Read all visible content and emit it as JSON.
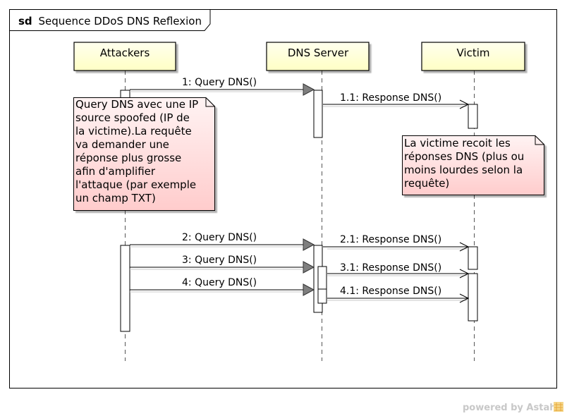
{
  "frame": {
    "keyword": "sd",
    "title": "Sequence DDoS DNS Reflexion"
  },
  "lifelines": [
    {
      "id": "attackers",
      "label": "Attackers"
    },
    {
      "id": "dns",
      "label": "DNS Server"
    },
    {
      "id": "victim",
      "label": "Victim"
    }
  ],
  "messages": [
    {
      "label": "1: Query DNS()",
      "from": "attackers",
      "to": "dns"
    },
    {
      "label": "1.1: Response DNS()",
      "from": "dns",
      "to": "victim"
    },
    {
      "label": "2: Query DNS()",
      "from": "attackers",
      "to": "dns"
    },
    {
      "label": "2.1: Response DNS()",
      "from": "dns",
      "to": "victim"
    },
    {
      "label": "3: Query DNS()",
      "from": "attackers",
      "to": "dns"
    },
    {
      "label": "3.1: Response DNS()",
      "from": "dns",
      "to": "victim"
    },
    {
      "label": "4: Query DNS()",
      "from": "attackers",
      "to": "dns"
    },
    {
      "label": "4.1: Response DNS()",
      "from": "dns",
      "to": "victim"
    }
  ],
  "notes": [
    {
      "lines": [
        "Query DNS avec une IP",
        "source spoofed (IP de",
        "la victime).La requête",
        "va demander une",
        "réponse plus grosse",
        "afin d'amplifier",
        "l'attaque (par exemple",
        "un champ TXT)"
      ]
    },
    {
      "lines": [
        "La victime recoit les",
        "réponses DNS (plus ou",
        "moins lourdes selon la",
        "requête)"
      ]
    }
  ],
  "watermark": "powered by Astah",
  "colors": {
    "lifeline_fill": "#FFFFCC",
    "note_fill_top": "#FFF1F1",
    "note_fill_bottom": "#FFCCCC",
    "activation_fill": "#FFFFFF",
    "arrow_head": "#7F7F7F"
  }
}
